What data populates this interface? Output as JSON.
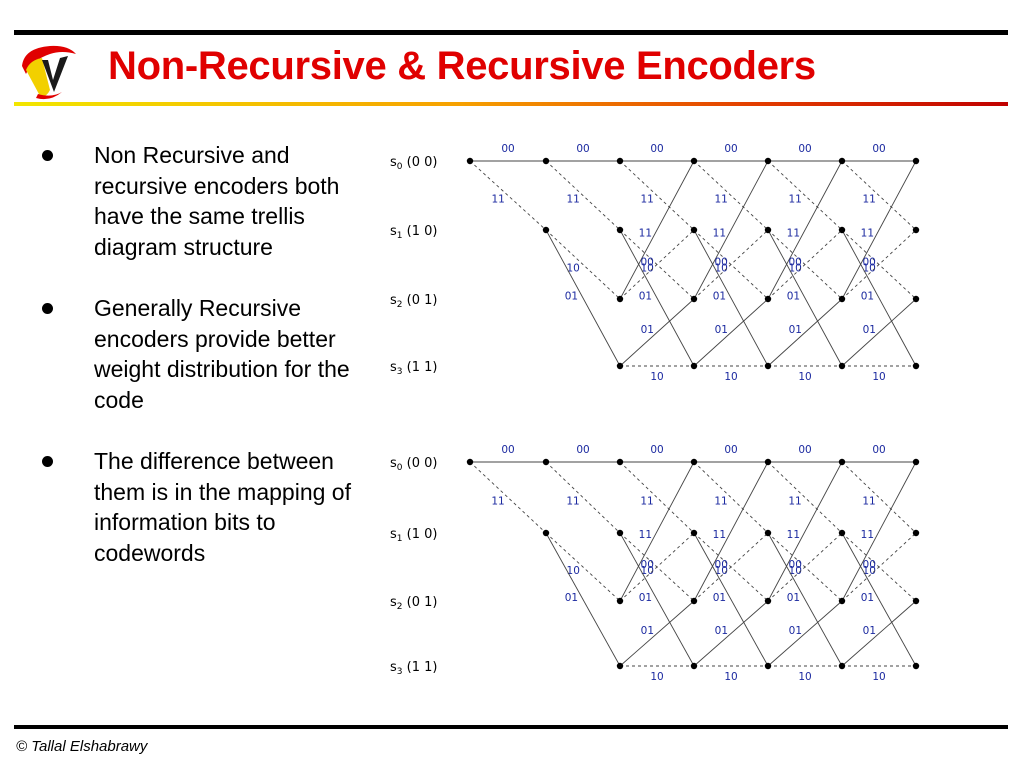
{
  "title": "Non-Recursive & Recursive Encoders",
  "bullets": [
    "Non Recursive and recursive encoders both have the same trellis diagram structure",
    "Generally Recursive encoders provide better weight distribution for the code",
    "The difference between them is in the mapping of information bits to codewords"
  ],
  "footer": "© Tallal Elshabrawy",
  "states": [
    {
      "sub": "0",
      "bits": "(0 0)"
    },
    {
      "sub": "1",
      "bits": "(1 0)"
    },
    {
      "sub": "2",
      "bits": "(0 1)"
    },
    {
      "sub": "3",
      "bits": "(1 1)"
    }
  ],
  "state_prefix": "s",
  "edge_labels": {
    "s0_s0": "00",
    "s0_s1": "11",
    "s1_s2": "10",
    "s1_s3": "01",
    "s2_s0": "11",
    "s2_s1": "00",
    "s3_s2": "01",
    "s3_s3": "10"
  },
  "colors": {
    "title": "#e00000",
    "labels": "#1c2aa0"
  }
}
